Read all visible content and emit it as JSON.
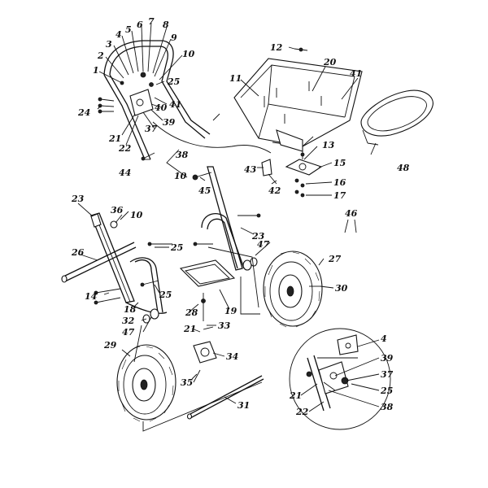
{
  "labels": {
    "l1": "1",
    "l2": "2",
    "l3": "3",
    "l4": "4",
    "l5": "5",
    "l6": "6",
    "l7": "7",
    "l8": "8",
    "l9": "9",
    "l10a": "10",
    "l10b": "10",
    "l11": "11",
    "l12": "12",
    "l13": "13",
    "l14": "14",
    "l15": "15",
    "l16": "16",
    "l17": "17",
    "l18": "18",
    "l19": "19",
    "l20": "20",
    "l21a": "21",
    "l21b": "21",
    "l21c": "21",
    "l22a": "22",
    "l22b": "22",
    "l23a": "23",
    "l23b": "23",
    "l24": "24",
    "l25a": "25",
    "l25b": "25",
    "l25c": "25",
    "l25d": "25",
    "l26": "26",
    "l27": "27",
    "l28": "28",
    "l29": "29",
    "l30": "30",
    "l31": "31",
    "l32": "32",
    "l33": "33",
    "l34": "34",
    "l35": "35",
    "l36": "36",
    "l37a": "37",
    "l37b": "37",
    "l38a": "38",
    "l38b": "38",
    "l39a": "39",
    "l39b": "39",
    "l40": "40",
    "l41a": "41",
    "l41b": "41",
    "l42": "42",
    "l43": "43",
    "l44": "44",
    "l45": "45",
    "l46": "46",
    "l47a": "47",
    "l47b": "47",
    "l48": "48",
    "l4b": "4"
  }
}
